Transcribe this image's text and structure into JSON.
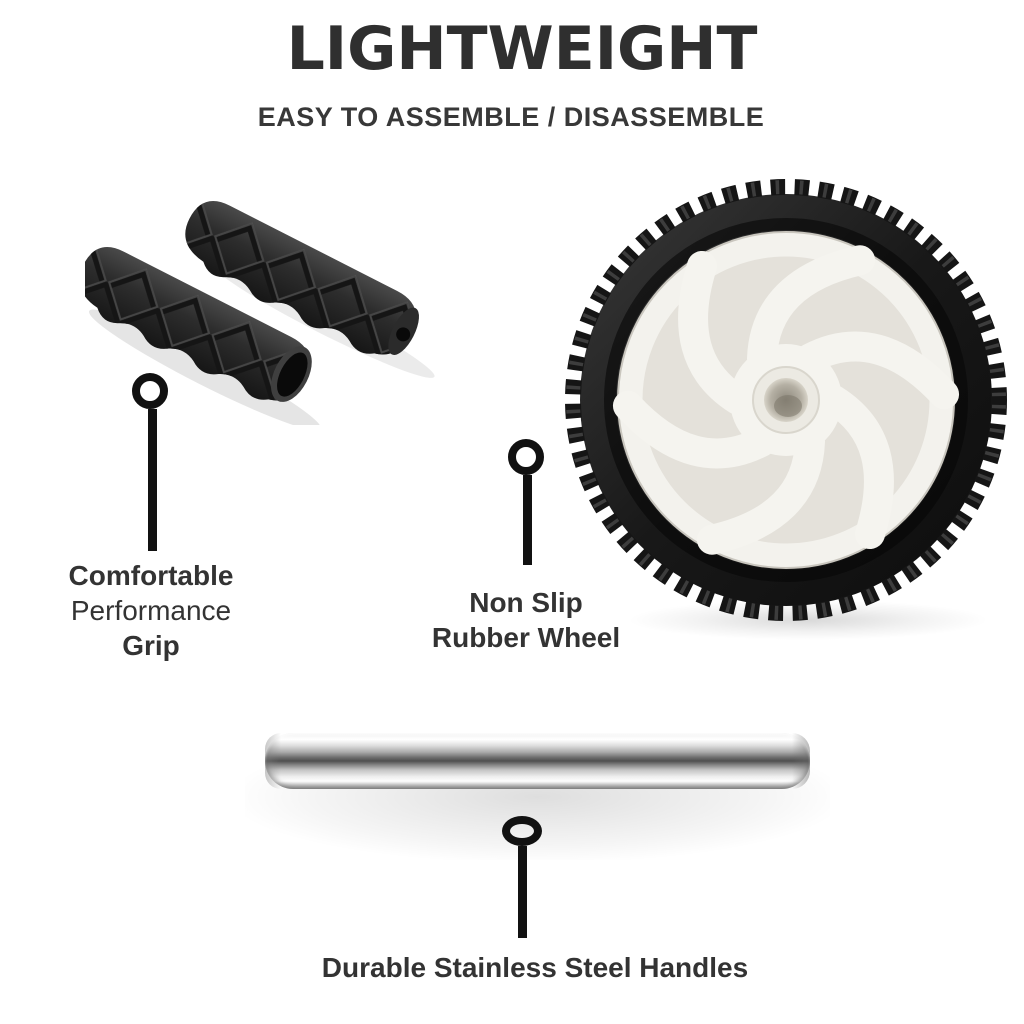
{
  "header": {
    "title": "LIGHTWEIGHT",
    "subtitle": "EASY TO ASSEMBLE / DISASSEMBLE"
  },
  "callouts": {
    "grip": {
      "line1": "Comfortable",
      "line2": "Performance",
      "line3": "Grip"
    },
    "wheel": {
      "line1": "Non Slip",
      "line2": "Rubber Wheel"
    },
    "handles": {
      "line1": "Durable Stainless Steel Handles"
    }
  },
  "parts": {
    "grips": "rubber-performance-grips",
    "wheel": "non-slip-rubber-wheel",
    "bar": "stainless-steel-handle-bar"
  },
  "colors": {
    "background": "#ffffff",
    "text": "#333333",
    "marker": "#111111",
    "tire_black": "#181818",
    "hub_white": "#f4f3ee",
    "grip_black": "#2e2e2e",
    "steel_highlight": "#fafafa",
    "steel_shadow": "#4f4f4f"
  }
}
